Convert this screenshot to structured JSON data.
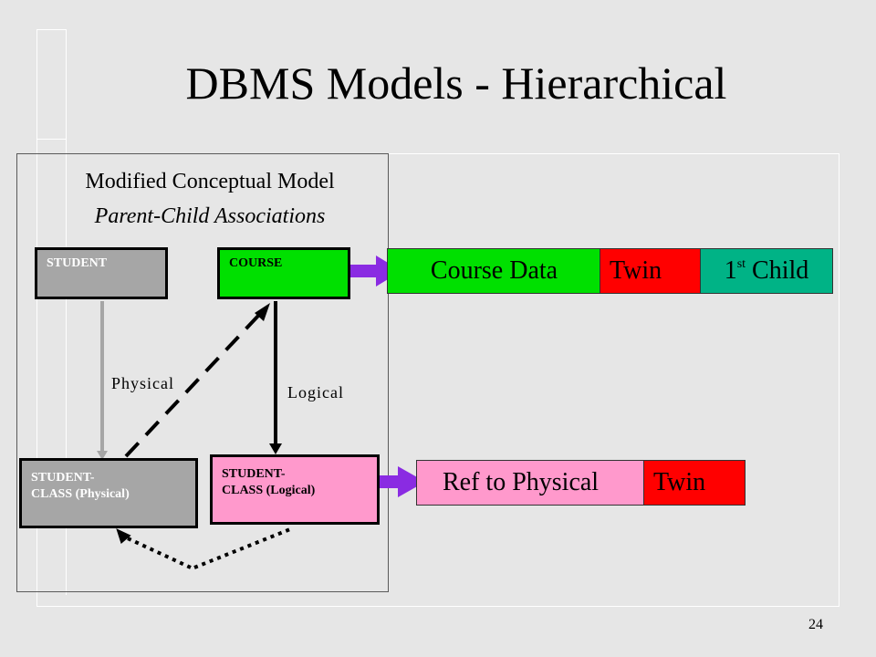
{
  "slide": {
    "title": "DBMS Models - Hierarchical",
    "page_number": "24"
  },
  "panel": {
    "heading": "Modified Conceptual Model",
    "subheading": "Parent-Child Associations"
  },
  "entities": {
    "student": "STUDENT",
    "course": "COURSE",
    "student_class_physical": {
      "line1": "STUDENT-",
      "line2": "CLASS (Physical)"
    },
    "student_class_logical": {
      "line1": "STUDENT-",
      "line2": "CLASS (Logical)"
    }
  },
  "edge_labels": {
    "physical": "Physical",
    "logical": "Logical"
  },
  "course_record": {
    "segments": [
      "Course Data",
      "Twin"
    ],
    "child_ordinal": "1",
    "child_suffix": "st",
    "child_word": "Child"
  },
  "student_class_record": {
    "segments": [
      "Ref to Physical",
      "Twin"
    ]
  },
  "colors": {
    "background": "#e6e6e6",
    "green": "#00e000",
    "red": "#ff0000",
    "teal": "#00b386",
    "pink": "#ff99cc",
    "gray": "#a6a6a6",
    "arrow_purple": "#8a2be2"
  }
}
